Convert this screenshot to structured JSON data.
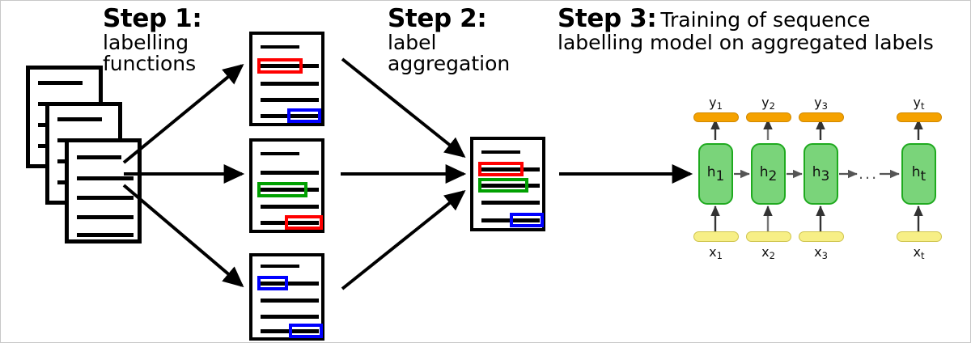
{
  "figure": {
    "type": "pipeline-diagram",
    "title": "Weak supervision pipeline for sequence labelling"
  },
  "steps": [
    {
      "id": "step1",
      "bold": "Step 1:",
      "sub_line1": "labelling",
      "sub_line2": "functions"
    },
    {
      "id": "step2",
      "bold": "Step 2:",
      "sub_line1": "label",
      "sub_line2": "aggregation"
    },
    {
      "id": "step3",
      "bold": "Step 3:",
      "sub_line1": "Training of sequence",
      "sub_line2": "labelling model on aggregated labels"
    }
  ],
  "colors": {
    "red": "#ff0000",
    "green": "#00a000",
    "blue": "#0000ff",
    "black": "#000000",
    "cell_fill": "#7ad47a",
    "cell_border": "#1faa1f",
    "y_fill": "#f5a200",
    "y_border": "#d08800",
    "x_fill": "#f7ef86",
    "x_border": "#cfc44e"
  },
  "input_documents": {
    "name": "unlabelled-document-stack",
    "count": 3,
    "label": "stack of unlabelled documents"
  },
  "labelled_documents": [
    {
      "name": "labelled-doc-1",
      "annotations": [
        {
          "line": 2,
          "color": "red",
          "side": "left"
        },
        {
          "line": 5,
          "color": "blue",
          "side": "right"
        }
      ]
    },
    {
      "name": "labelled-doc-2",
      "annotations": [
        {
          "line": 3,
          "color": "green",
          "side": "left"
        },
        {
          "line": 5,
          "color": "red",
          "side": "right"
        }
      ]
    },
    {
      "name": "labelled-doc-3",
      "annotations": [
        {
          "line": 2,
          "color": "blue",
          "side": "left"
        },
        {
          "line": 5,
          "color": "blue",
          "side": "right"
        }
      ]
    }
  ],
  "aggregated_document": {
    "name": "aggregated-doc",
    "annotations": [
      {
        "line": 2,
        "color": "red",
        "side": "left"
      },
      {
        "line": 3,
        "color": "green",
        "side": "left"
      },
      {
        "line": 5,
        "color": "blue",
        "side": "right"
      }
    ]
  },
  "arrows": {
    "fan_out_count": 3,
    "fan_in_count": 3,
    "to_model_count": 1
  },
  "rnn": {
    "name": "sequence-labelling-rnn",
    "ellipsis": "...",
    "timesteps": [
      {
        "hidden": "h",
        "hidden_sub": "1",
        "output": "y",
        "output_sub": "1",
        "input": "x",
        "input_sub": "1"
      },
      {
        "hidden": "h",
        "hidden_sub": "2",
        "output": "y",
        "output_sub": "2",
        "input": "x",
        "input_sub": "2"
      },
      {
        "hidden": "h",
        "hidden_sub": "3",
        "output": "y",
        "output_sub": "3",
        "input": "x",
        "input_sub": "3"
      },
      {
        "hidden": "h",
        "hidden_sub": "t",
        "output": "y",
        "output_sub": "t",
        "input": "x",
        "input_sub": "t"
      }
    ]
  }
}
